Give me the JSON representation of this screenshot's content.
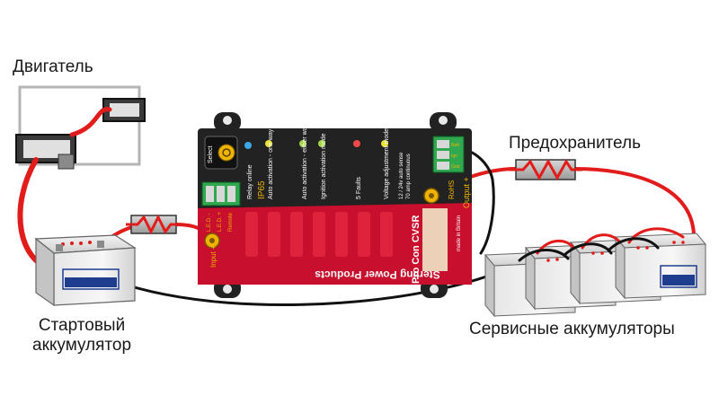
{
  "labels": {
    "engine": "Двигатель",
    "fuse": "Предохранитель",
    "starter_line1": "Стартовый",
    "starter_line2": "аккумулятор",
    "service": "Сервисные аккумуляторы"
  },
  "device": {
    "brand": "Sterling Power Products",
    "model": "Pro Con CVSR",
    "select_button": "Select",
    "input_label": "Input +",
    "output_label": "Output +",
    "rohs": "RoHS",
    "ip_rating": "IP65",
    "sense_note": "12 / 24v auto sense",
    "continuous_note": "70 amp continuous",
    "made_in": "made in Britain",
    "led_label_1": "L.E.D. -",
    "led_label_2": "L.E.D. +",
    "led_label_3": "Remote",
    "terminal_label_1": "Batt",
    "terminal_label_2": "Ign",
    "terminal_label_3": "Gnd",
    "indicator_legends": [
      "Relay online",
      "Auto activation - one way",
      "Auto activation - either way",
      "Ignition activation mode",
      "5 Faults",
      "Voltage adjustment mode"
    ],
    "indicator_colors": [
      "#3aa9e6",
      "#e8e23a",
      "#a6d64a",
      "#a6d64a",
      "#f04848",
      "#e8e23a"
    ]
  },
  "colors": {
    "wire_positive": "#e21b1b",
    "wire_negative": "#111111",
    "device_body": "#222222",
    "device_red": "#c8102e"
  }
}
